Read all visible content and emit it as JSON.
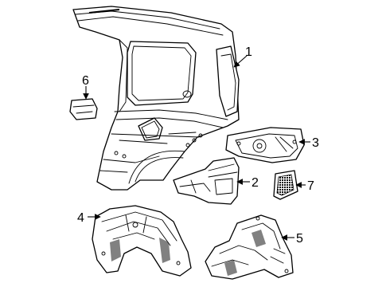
{
  "callouts": {
    "c1": "1",
    "c2": "2",
    "c3": "3",
    "c4": "4",
    "c5": "5",
    "c6": "6",
    "c7": "7"
  },
  "colors": {
    "line": "#000000",
    "background": "#ffffff"
  }
}
